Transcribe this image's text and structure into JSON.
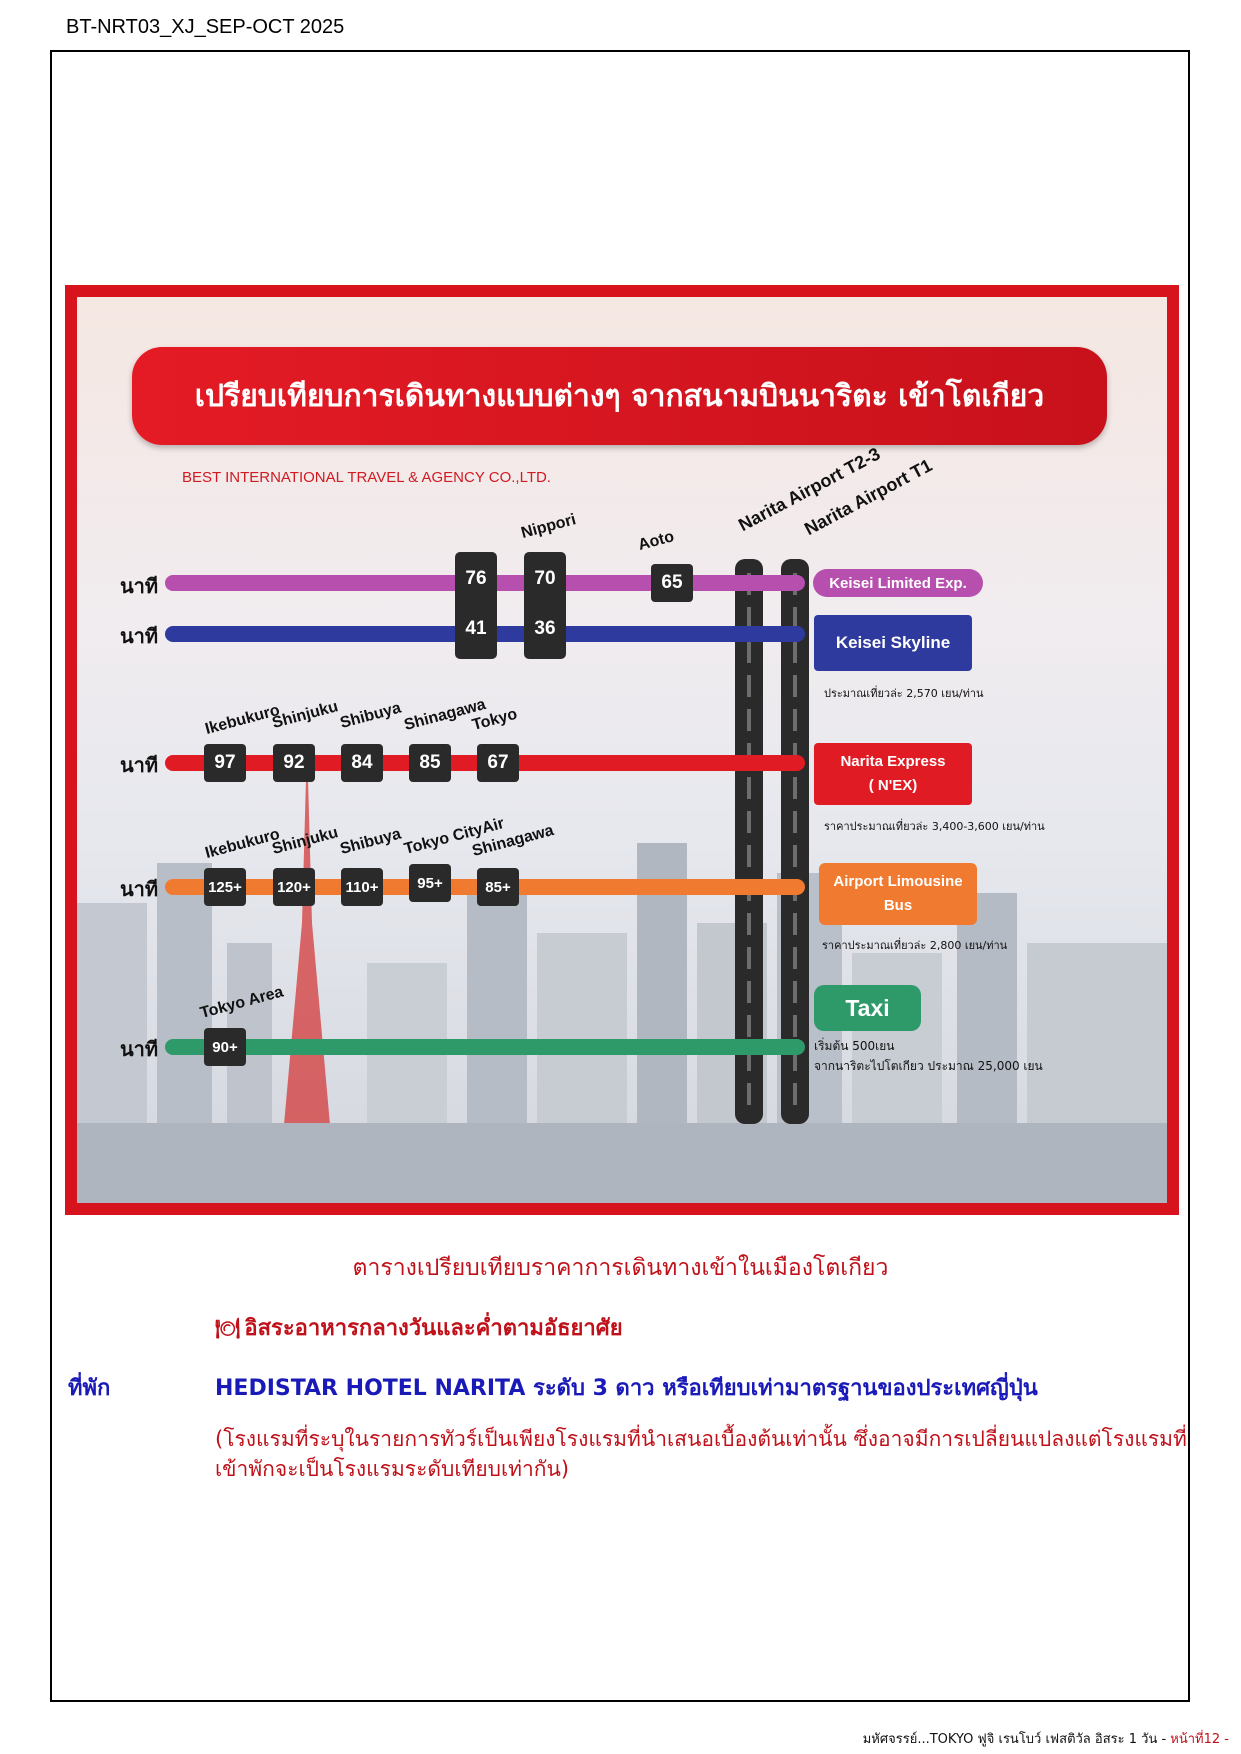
{
  "header": {
    "doc_code": "BT-NRT03_XJ_SEP-OCT 2025"
  },
  "infographic": {
    "title": "เปรียบเทียบการเดินทางแบบต่างๆ จากสนามบินนาริตะ เข้าโตเกียว",
    "company": "BEST INTERNATIONAL TRAVEL & AGENCY CO.,LTD.",
    "minutes_label": "นาที",
    "colors": {
      "keisei_limited": "#b64fae",
      "skyliner": "#2f3a9e",
      "nex": "#e01b24",
      "limousine": "#f07a2f",
      "taxi": "#2e9a6a"
    },
    "airports": {
      "t23": "Narita Airport T2-3",
      "t1": "Narita Airport T1"
    },
    "keisei_stations": {
      "nippori": "Nippori",
      "aoto": "Aoto"
    },
    "keisei_times": {
      "col1_limited": "76",
      "col1_skyliner": "41",
      "col2_limited": "70",
      "col2_skyliner": "36",
      "aoto": "65"
    },
    "nex_stations": [
      {
        "name": "Ikebukuro",
        "time": "97"
      },
      {
        "name": "Shinjuku",
        "time": "92"
      },
      {
        "name": "Shibuya",
        "time": "84"
      },
      {
        "name": "Shinagawa",
        "time": "85"
      },
      {
        "name": "Tokyo",
        "time": "67"
      }
    ],
    "bus_stations": [
      {
        "name": "Ikebukuro",
        "time": "125+"
      },
      {
        "name": "Shinjuku",
        "time": "120+"
      },
      {
        "name": "Shibuya",
        "time": "110+"
      },
      {
        "name": "Tokyo CityAir",
        "time": "95+"
      },
      {
        "name": "Shinagawa",
        "time": "85+"
      }
    ],
    "taxi_station": {
      "name": "Tokyo Area",
      "time": "90+"
    },
    "services": {
      "keisei_limited": "Keisei Limited Exp.",
      "skyliner": "Keisei Skyline",
      "skyliner_price": "ประมาณเที่ยวล่ะ 2,570 เยน/ท่าน",
      "nex_line1": "Narita Express",
      "nex_line2": "( N'EX)",
      "nex_price": "ราคาประมาณเที่ยวล่ะ 3,400-3,600 เยน/ท่าน",
      "bus_line1": "Airport Limousine",
      "bus_line2": "Bus",
      "bus_price": "ราคาประมาณเที่ยวล่ะ 2,800 เยน/ท่าน",
      "taxi": "Taxi",
      "taxi_note1": "เริ่มต้น 500เยน",
      "taxi_note2": "จากนาริตะไปโตเกียว ประมาณ 25,000 เยน"
    }
  },
  "caption": "ตารางเปรียบเทียบราคาการเดินทางเข้าในเมืองโตเกียว",
  "meal": {
    "icon": "meal-icon",
    "text": "อิสระอาหารกลางวันและค่ำตามอัธยาศัย"
  },
  "hotel": {
    "label": "ที่พัก",
    "value": "HEDISTAR HOTEL NARITA ระดับ 3 ดาว หรือเทียบเท่ามาตรฐานของประเทศญี่ปุ่น",
    "note": "(โรงแรมที่ระบุในรายการทัวร์เป็นเพียงโรงแรมที่นำเสนอเบื้องต้นเท่านั้น ซึ่งอาจมีการเปลี่ยนแปลงแต่โรงแรมที่เข้าพักจะเป็นโรงแรมระดับเทียบเท่ากัน)"
  },
  "footer": {
    "text": "มหัศจรรย์...TOKYO ฟูจิ เรนโบว์ เฟสติวัล อิสระ 1 วัน - ",
    "page": "หน้าที่12 -"
  }
}
